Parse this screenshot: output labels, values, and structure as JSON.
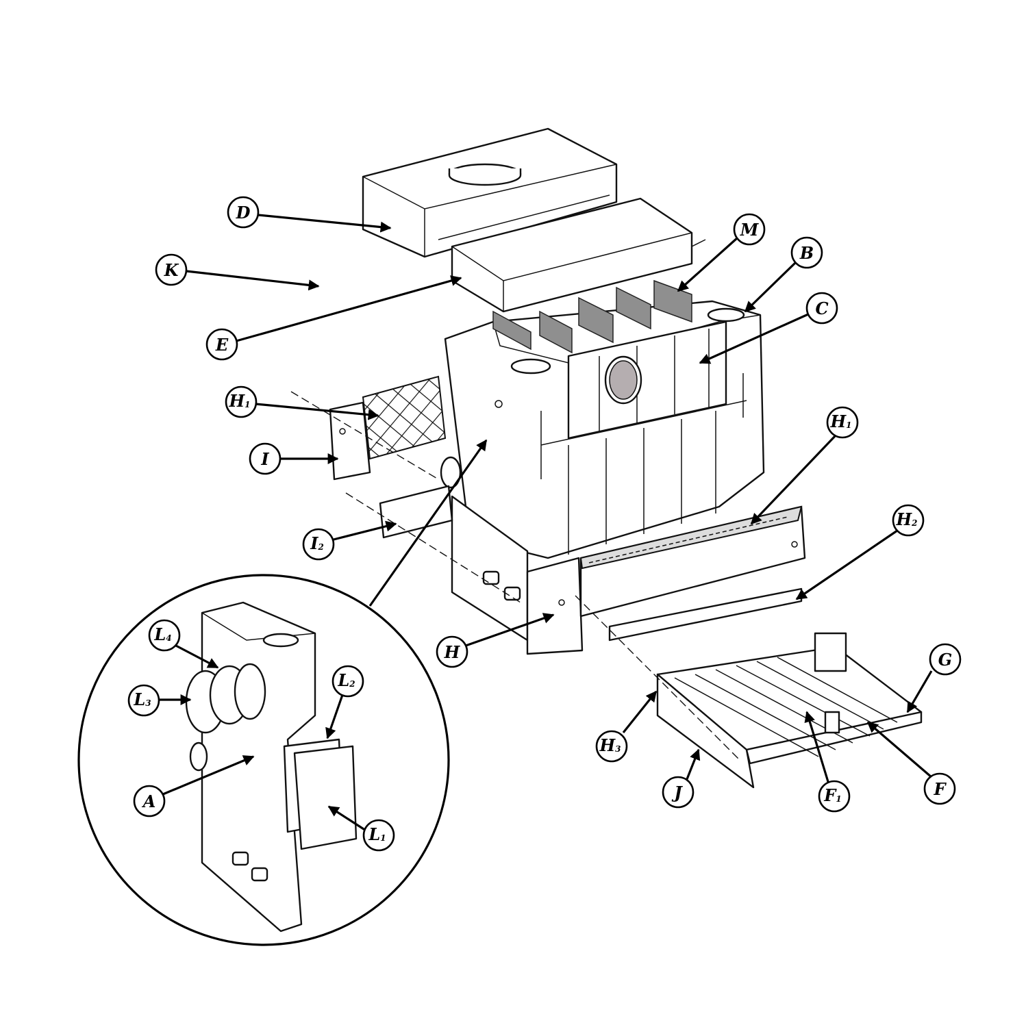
{
  "callouts": [
    {
      "id": "D",
      "letter": "D",
      "sub": ""
    },
    {
      "id": "K",
      "letter": "K",
      "sub": ""
    },
    {
      "id": "E",
      "letter": "E",
      "sub": ""
    },
    {
      "id": "M",
      "letter": "M",
      "sub": ""
    },
    {
      "id": "B",
      "letter": "B",
      "sub": ""
    },
    {
      "id": "C",
      "letter": "C",
      "sub": ""
    },
    {
      "id": "H1_left",
      "letter": "H",
      "sub": "1"
    },
    {
      "id": "I",
      "letter": "I",
      "sub": ""
    },
    {
      "id": "I2",
      "letter": "I",
      "sub": "2"
    },
    {
      "id": "H1_right",
      "letter": "H",
      "sub": "1"
    },
    {
      "id": "H2",
      "letter": "H",
      "sub": "2"
    },
    {
      "id": "H",
      "letter": "H",
      "sub": ""
    },
    {
      "id": "G",
      "letter": "G",
      "sub": ""
    },
    {
      "id": "H3",
      "letter": "H",
      "sub": "3"
    },
    {
      "id": "J",
      "letter": "J",
      "sub": ""
    },
    {
      "id": "F1",
      "letter": "F",
      "sub": "1"
    },
    {
      "id": "F",
      "letter": "F",
      "sub": ""
    },
    {
      "id": "L4",
      "letter": "L",
      "sub": "4"
    },
    {
      "id": "L3",
      "letter": "L",
      "sub": "3"
    },
    {
      "id": "L2",
      "letter": "L",
      "sub": "2"
    },
    {
      "id": "A",
      "letter": "A",
      "sub": ""
    },
    {
      "id": "L1",
      "letter": "L",
      "sub": "1"
    }
  ]
}
